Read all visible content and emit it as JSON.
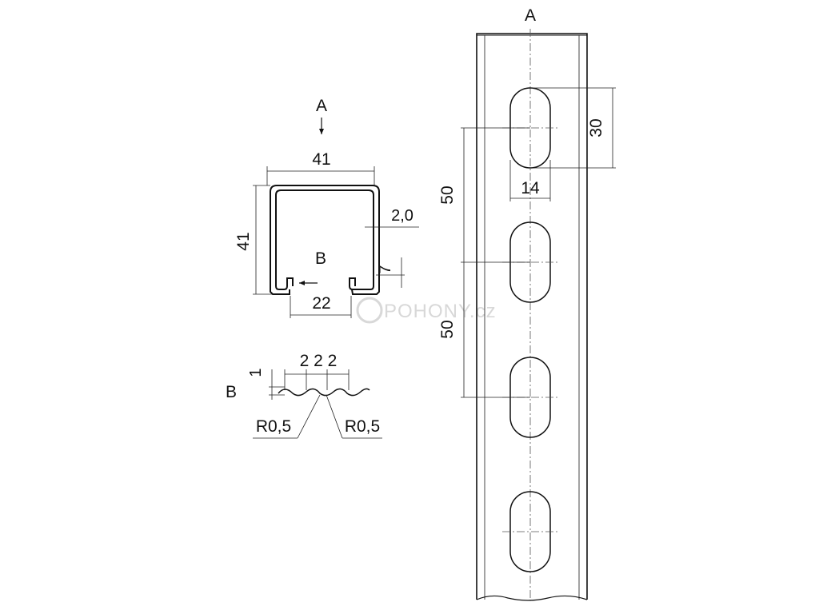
{
  "section": {
    "view_label": "A",
    "width_dim": "41",
    "height_dim": "41",
    "thickness_dim": "2,0",
    "lip_dim": "7",
    "detail_label": "B",
    "opening_dim": "22"
  },
  "detail_b": {
    "label": "B",
    "pitch_dims": "2 2 2",
    "depth_dim": "1",
    "radius_left": "R0,5",
    "radius_right": "R0,5"
  },
  "elevation": {
    "view_label": "A",
    "slot_length_dim": "30",
    "slot_width_dim": "14",
    "pitch_dim_1": "50",
    "pitch_dim_2": "50"
  },
  "watermark": {
    "text": "POHONY.cz"
  }
}
